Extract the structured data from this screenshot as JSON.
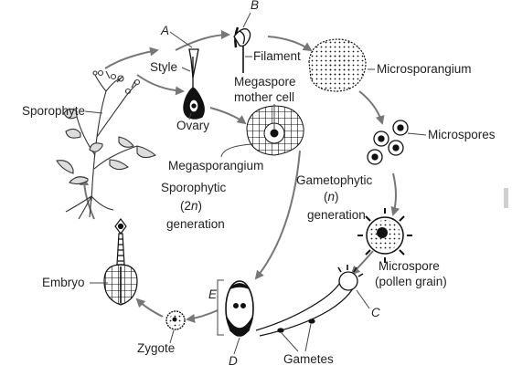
{
  "labels": {
    "a": "A",
    "b": "B",
    "c": "C",
    "d": "D",
    "e": "E",
    "filament": "Filament",
    "microsporangium": "Microsporangium",
    "style": "Style",
    "megaspore_line1": "Megaspore",
    "megaspore_line2": "mother cell",
    "sporophyte": "Sporophyte",
    "ovary": "Ovary",
    "microspores": "Microspores",
    "megasporangium": "Megasporangium",
    "gametophytic_line1": "Gametophytic",
    "gametophytic_line3": "generation",
    "sporophytic_line1": "Sporophytic",
    "sporophytic_line3": "generation",
    "microspore_line1": "Microspore",
    "microspore_line2": "(pollen grain)",
    "embryo": "Embryo",
    "zygote": "Zygote",
    "gametes": "Gametes"
  },
  "ploidy": {
    "n_open": "(",
    "n": "n",
    "n_close": ")",
    "two_n_open": "(2",
    "two_n": "n",
    "two_n_close": ")"
  },
  "colors": {
    "ink": "#111111",
    "arrow": "#777777",
    "background": "#ffffff"
  }
}
